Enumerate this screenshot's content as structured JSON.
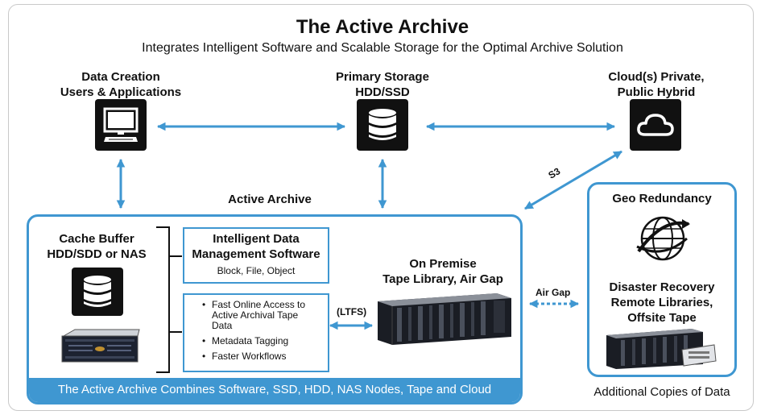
{
  "header": {
    "title": "The Active Archive",
    "subtitle": "Integrates Intelligent Software and Scalable Storage for the Optimal Archive Solution"
  },
  "nodes": {
    "data_creation": {
      "line1": "Data Creation",
      "line2": "Users & Applications",
      "icon": "computer-icon"
    },
    "primary_storage": {
      "line1": "Primary Storage",
      "line2": "HDD/SSD",
      "icon": "database-icon"
    },
    "cloud": {
      "line1": "Cloud(s) Private,",
      "line2": "Public Hybrid",
      "icon": "cloud-icon"
    }
  },
  "connectors": {
    "s3_label": "S3",
    "air_gap_label": "Air Gap",
    "ltfs_label": "(LTFS)"
  },
  "active_archive": {
    "label": "Active Archive",
    "cache_buffer": {
      "line1": "Cache Buffer",
      "line2": "HDD/SDD or NAS"
    },
    "software": {
      "line1": "Intelligent Data",
      "line2": "Management Software",
      "line3": "Block, File, Object"
    },
    "features": [
      "Fast Online Access to Active Archival Tape Data",
      "Metadata Tagging",
      "Faster Workflows"
    ],
    "tape_library": {
      "line1": "On Premise",
      "line2": "Tape Library, Air Gap"
    },
    "footer": "The Active Archive Combines Software, SSD, HDD, NAS Nodes, Tape and Cloud"
  },
  "geo": {
    "title": "Geo Redundancy",
    "dr_line1": "Disaster Recovery",
    "dr_line2": "Remote Libraries,",
    "dr_line3": "Offsite Tape",
    "caption": "Additional Copies of Data"
  },
  "colors": {
    "accent": "#3f97d1",
    "dark": "#111111"
  }
}
